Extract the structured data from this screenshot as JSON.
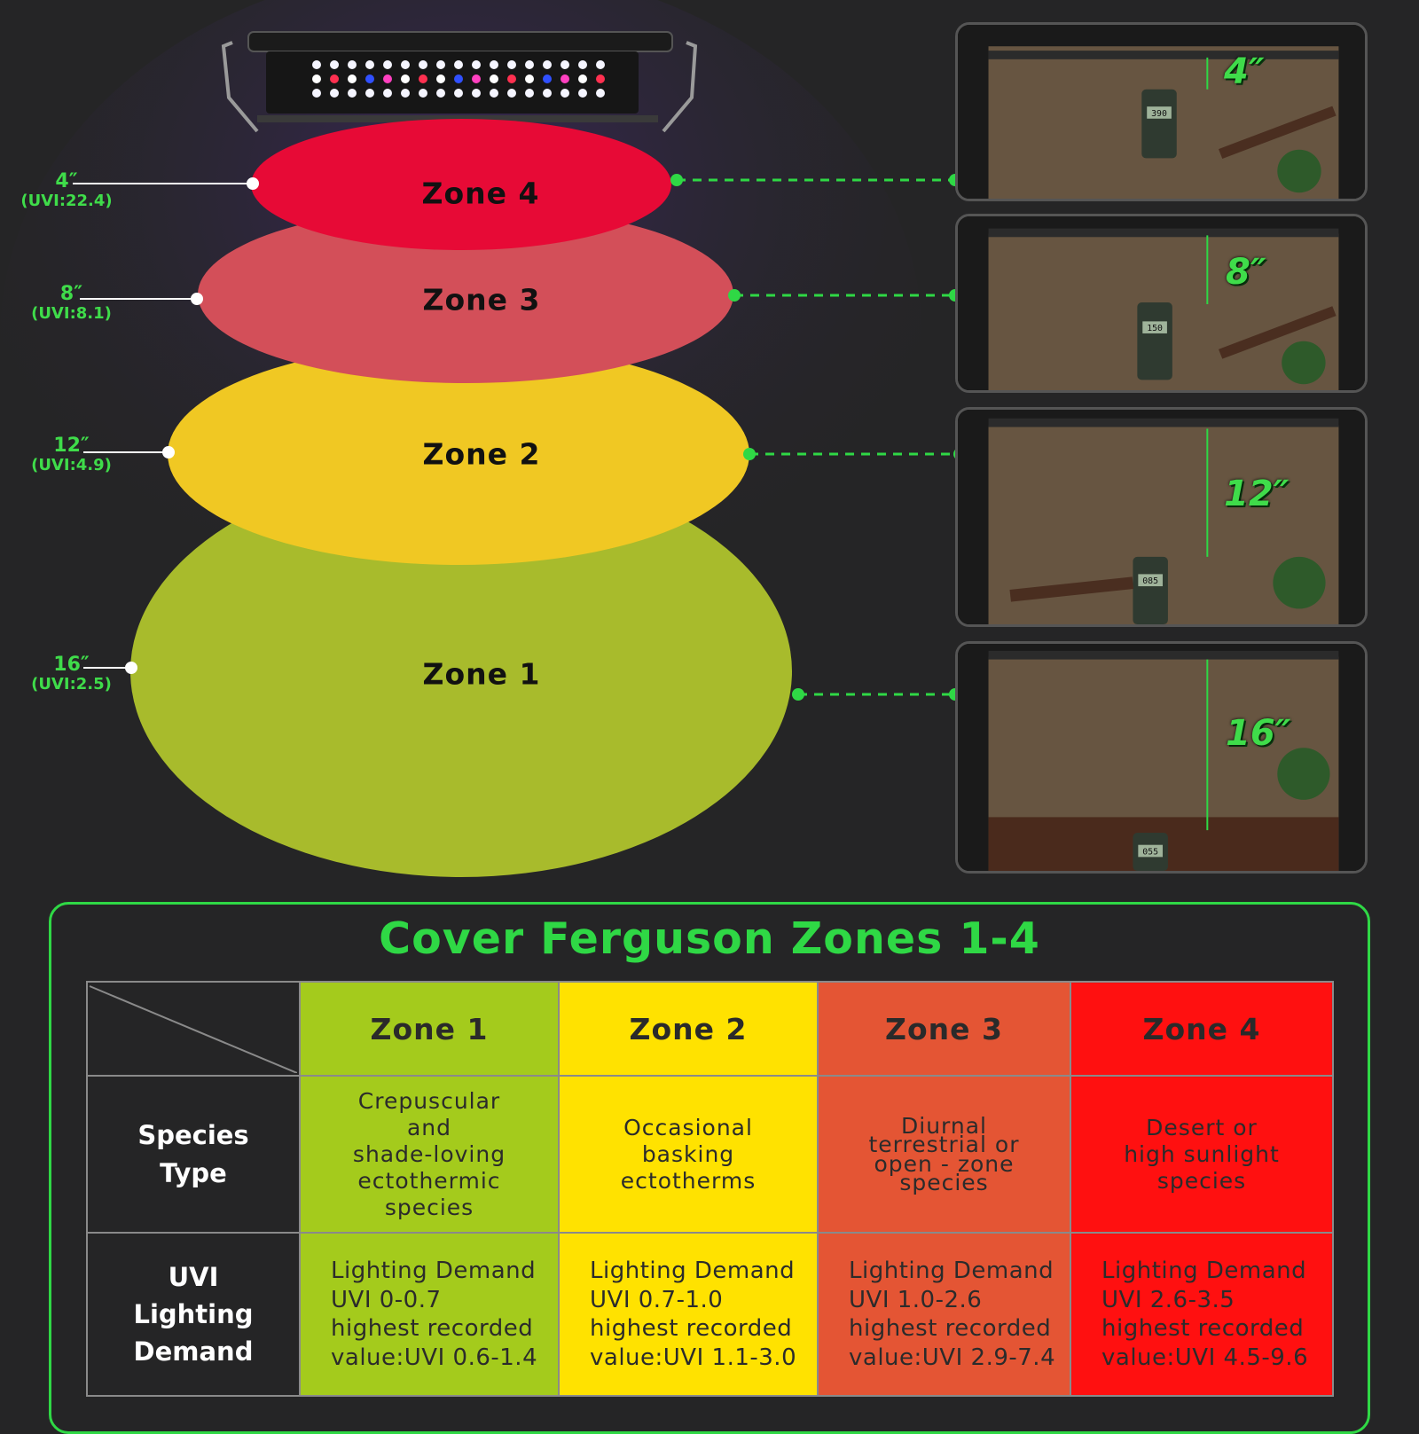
{
  "diagram": {
    "zones": [
      {
        "label": "Zone 4",
        "distance": "4″",
        "uvi": "(UVI:22.4)",
        "color": "#e70a36",
        "height_mark": "4″"
      },
      {
        "label": "Zone 3",
        "distance": "8″",
        "uvi": "(UVI:8.1)",
        "color": "#d34f59",
        "height_mark": "8″"
      },
      {
        "label": "Zone 2",
        "distance": "12″",
        "uvi": "(UVI:4.9)",
        "color": "#f0c823",
        "height_mark": "12″"
      },
      {
        "label": "Zone 1",
        "distance": "16″",
        "uvi": "(UVI:2.5)",
        "color": "#a8bb2c",
        "height_mark": "16″"
      }
    ],
    "meter_readings": [
      "390",
      "150",
      "085",
      "055"
    ],
    "connector_color": "#2fd845"
  },
  "table": {
    "title": "Cover Ferguson Zones 1-4",
    "headers": [
      "Zone 1",
      "Zone 2",
      "Zone 3",
      "Zone 4"
    ],
    "rows": [
      {
        "header": [
          "Species",
          "Type"
        ],
        "cells": [
          [
            "Crepuscular",
            "and",
            "shade-loving",
            "ectothermic",
            "species"
          ],
          [
            "Occasional",
            "basking",
            "ectotherms"
          ],
          [
            "Diurnal",
            "terrestrial or",
            "open - zone",
            "species"
          ],
          [
            "Desert or",
            "high sunlight",
            "species"
          ]
        ]
      },
      {
        "header": [
          "UVI",
          "Lighting",
          "Demand"
        ],
        "cells": [
          [
            "Lighting Demand",
            "UVI 0-0.7",
            "highest recorded",
            "value:UVI 0.6-1.4"
          ],
          [
            "Lighting Demand",
            "UVI 0.7-1.0",
            "highest recorded",
            "value:UVI 1.1-3.0"
          ],
          [
            "Lighting Demand",
            "UVI 1.0-2.6",
            "highest recorded",
            "value:UVI 2.9-7.4"
          ],
          [
            "Lighting Demand",
            "UVI 2.6-3.5",
            "highest recorded",
            "value:UVI 4.5-9.6"
          ]
        ]
      }
    ],
    "zone_colors": [
      "#a4cb1c",
      "#ffe200",
      "#e45534",
      "#ff1010"
    ]
  }
}
